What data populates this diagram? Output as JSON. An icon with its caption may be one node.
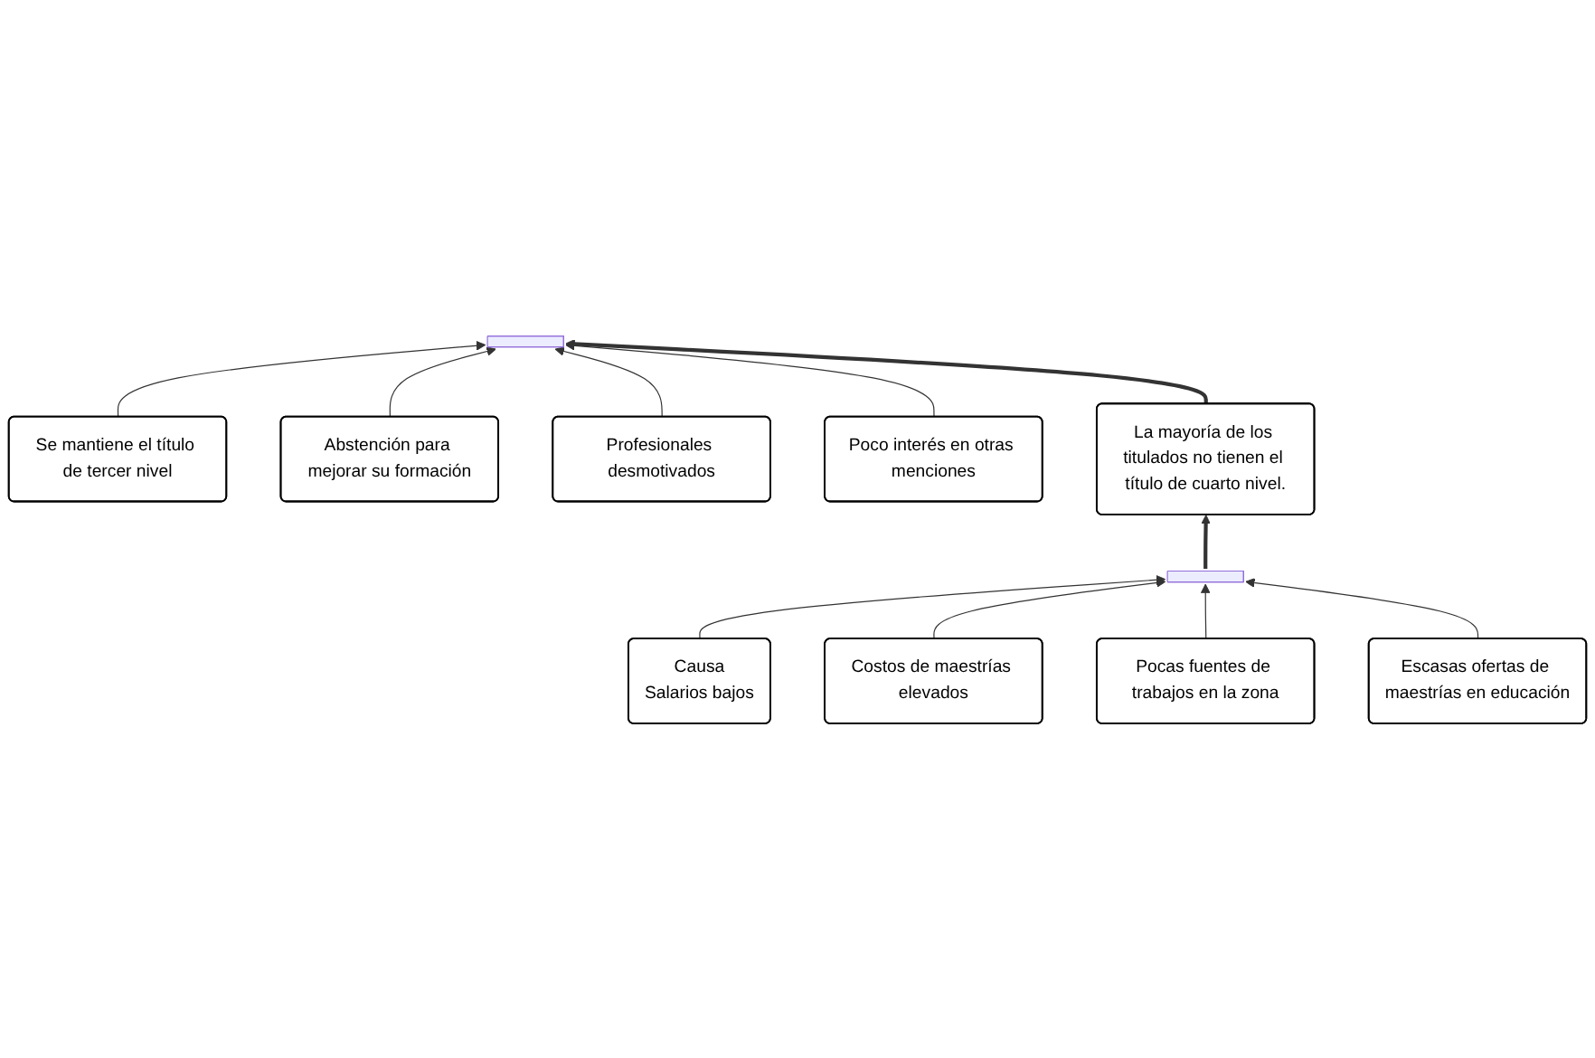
{
  "diagram": {
    "nodes": [
      {
        "text": [
          "Se mantiene el título de tercer nivel"
        ]
      },
      {
        "text": [
          "Abstención para mejorar su formación"
        ]
      },
      {
        "text": [
          "Profesionales desmotivados"
        ]
      },
      {
        "text": [
          "Poco interés en otras menciones"
        ]
      },
      {
        "text": [],
        "shape": "bar"
      },
      {
        "text": [
          "La mayoría de los titulados no tienen el título de cuarto nivel."
        ]
      },
      {
        "text": [],
        "shape": "bar"
      },
      {
        "text": [
          "Causa",
          "Salarios bajos"
        ]
      },
      {
        "text": [
          "Costos de maestrías elevados"
        ]
      },
      {
        "text": [
          "Pocas fuentes de trabajos en la zona"
        ]
      },
      {
        "text": [
          "Escasas ofertas de maestrías en educación"
        ]
      }
    ],
    "edges": [
      {
        "from": 0,
        "to": 4,
        "arrow": "to"
      },
      {
        "from": 1,
        "to": 4,
        "arrow": "to"
      },
      {
        "from": 2,
        "to": 4,
        "arrow": "to"
      },
      {
        "from": 3,
        "to": 4,
        "arrow": "to"
      },
      {
        "from": 5,
        "to": 4,
        "arrow": "to",
        "style": "thick"
      },
      {
        "from": 6,
        "to": 5,
        "arrow": "to",
        "style": "thick"
      },
      {
        "from": 7,
        "to": 6,
        "arrow": "to"
      },
      {
        "from": 8,
        "to": 6,
        "arrow": "to"
      },
      {
        "from": 9,
        "to": 6,
        "arrow": "to"
      },
      {
        "from": 10,
        "to": 6,
        "arrow": "to"
      }
    ]
  }
}
